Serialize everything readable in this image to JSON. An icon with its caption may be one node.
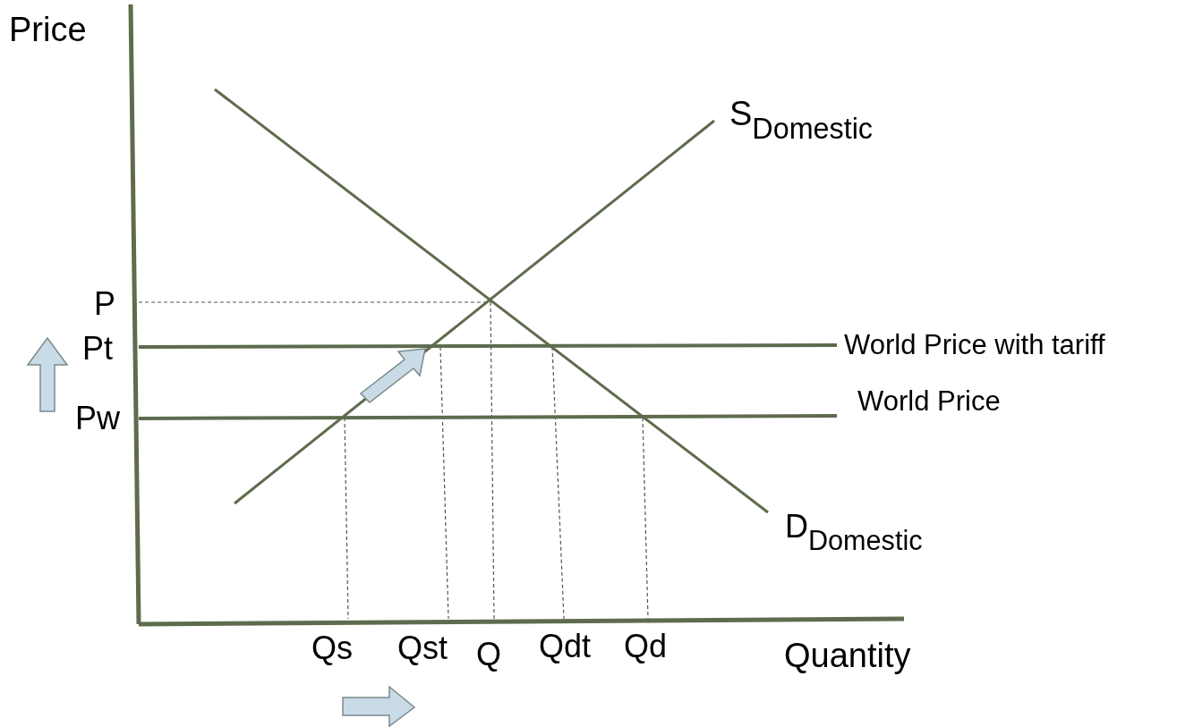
{
  "diagram": {
    "labels": [
      "Price",
      "S$_{Domestic}$",
      "P",
      "Pt",
      "World Price with tariff",
      "Pw",
      "World Price",
      "D$_{Domestic}$",
      "Qs",
      "Qst",
      "Q",
      "Qdt",
      "Qd",
      "Quantity"
    ]
  }
}
